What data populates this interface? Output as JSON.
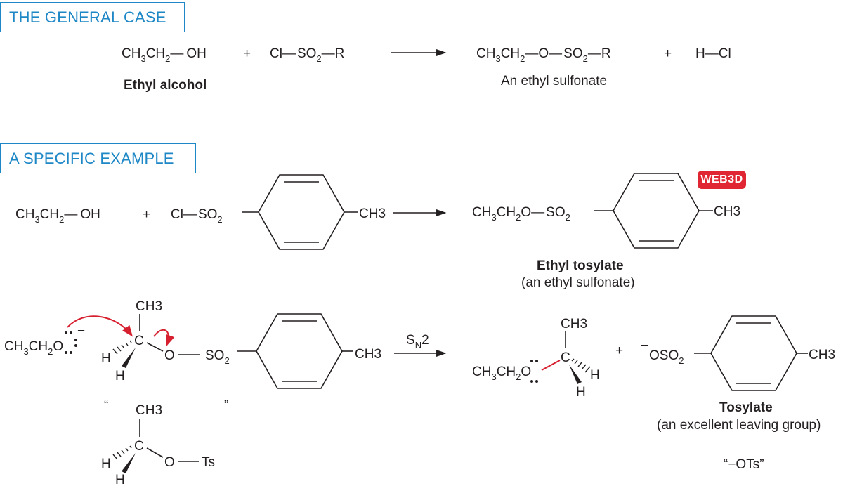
{
  "sections": {
    "general_title": "THE GENERAL CASE",
    "specific_title": "A SPECIFIC EXAMPLE"
  },
  "general": {
    "reactant1": "CH3CH2—OH",
    "reactant1_name": "Ethyl alcohol",
    "reactant2": "Cl—SO2—R",
    "plus": "+",
    "product1": "CH3CH2—O—SO2—R",
    "product1_name": "An ethyl sulfonate",
    "product2": "H—Cl"
  },
  "specific": {
    "badge": "WEB3D",
    "reactant1": "CH3CH2—OH",
    "reactant2_left": "Cl",
    "reactant2_group": "SO2",
    "methyl": "CH3",
    "product_prefix": "CH3CH2O",
    "product_name": "Ethyl tosylate",
    "product_desc": "(an ethyl sulfonate)"
  },
  "mechanism": {
    "nucleophile": "CH3CH2O",
    "charge": "−",
    "carbon": "C",
    "hydrogen": "H",
    "oxygen": "O",
    "group": "SO2",
    "methyl": "CH3",
    "arrow_label": "SN2",
    "leaving_group_prefix": "OSO2",
    "leaving_name": "Tosylate",
    "leaving_desc": "(an excellent leaving group)",
    "shorthand_leaving": "“−OTs”",
    "shorthand_open": "“",
    "shorthand_close": "”",
    "shorthand_ts": "Ts"
  },
  "colors": {
    "accent_blue": "#1e87c6",
    "arrow_red": "#d7202f",
    "badge_red": "#e02632",
    "text": "#231f20"
  }
}
